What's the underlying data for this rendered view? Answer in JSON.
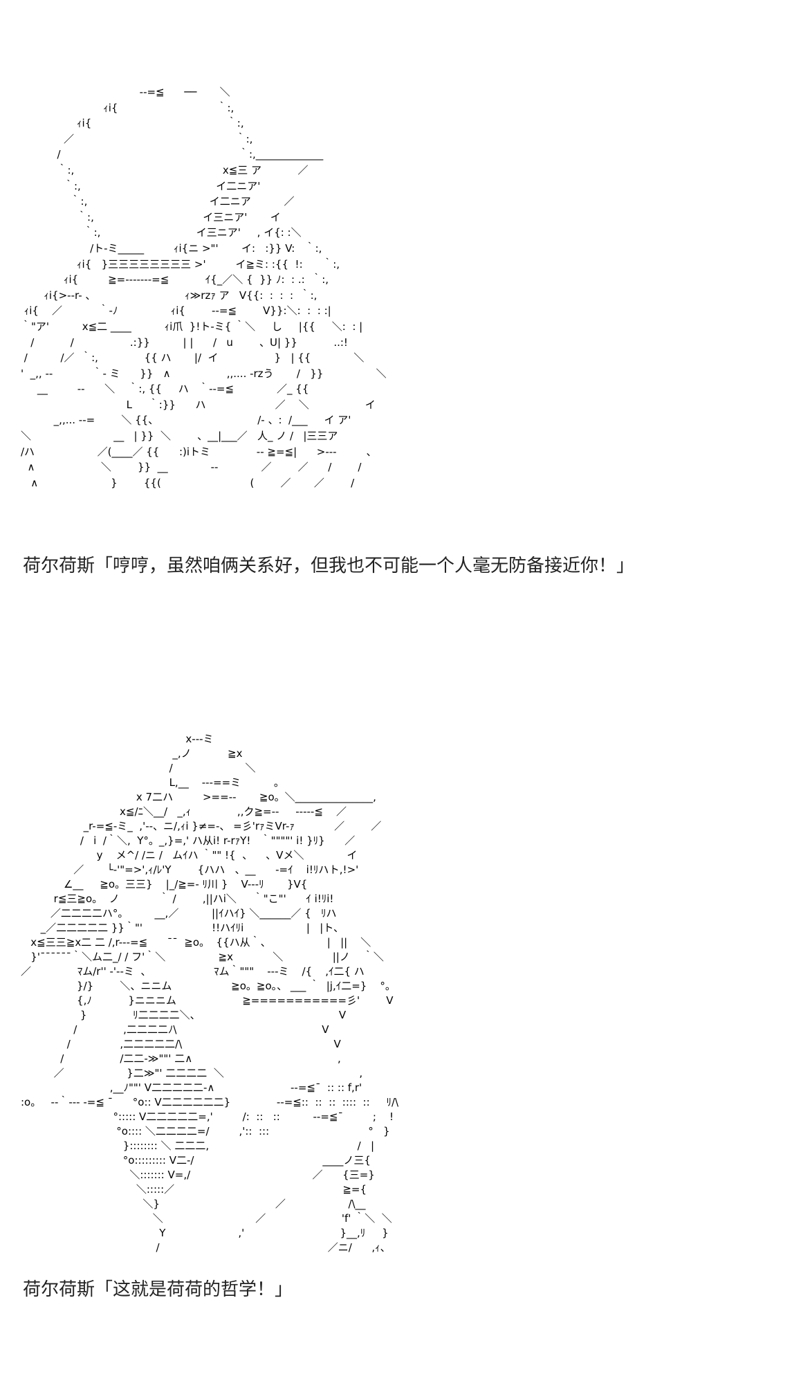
{
  "panels": [
    {
      "art_lines": [
        "                                    --=≦      ──       ＼",
        "                         ｨi{                              ｀:,",
        "                 ｨi{                                         ｀:,",
        "             ／                                                 ｀:,",
        "           /                                                      ｀:,_____________",
        "           ｀:,                                             x≦三 ア           ／",
        "             ｀:,                                         イ二ニア'",
        "               ｀:,                                     イ二ニア          ／",
        "                 ｀:,                                 イ三ニア'       イ",
        "                   ｀:,                             イ三ニア'     , イ{: :＼",
        "                     /ト-ミ_____         ｨi{ニ >\"'       イ:   :}} V:   ｀:,",
        "                 ｨi{   }三三三三三三三三 >'         イ≧ミ: :{{  !:      ｀:,",
        "             ｨi{         ≧=-------=≦           ｲ{_／＼ {  }} ﾉ:  : .:  ｀:,",
        "       ｨi{>--r- 、                           ｨ≫rzｧ ア   V{{:  :  :  :  ｀:,",
        " ｨi{    ／           ｀-ﾉ                ｨi{        --=≦        V}}:＼:  :  : :|",
        "｀\"ア'          x≦二 ____          ｨi爪  }!ト-ミ{ ｀＼     し     |{{     ＼:  : |",
        "   /           /                 .:}}          | |      /   u        、U| }}           ..:!",
        " /          /／  ｀:,              {{ ハ       |/  イ                 }   | {{             ＼",
        "'  _,, --            ｀- ミ      }}   ∧                 ,,.... -rzう       /   }}                ＼",
        "     __         --      ＼    ｀:, {{     ハ   ｀--=≦             ／_ {{",
        "                                L     ｀:}}      ハ                     ／    ＼                 イ",
        "          _,,... --=        ＼ {{、                              /- 、:  /___     イ ア'",
        "＼                         __   | }}  ＼        、__|___／   人_ ノ /   |三三ア",
        "/ハ                   ／(____／ {{      :)iトミ              -- ≧=≦|      >---         、",
        "  ∧                    ＼        }}  __             --             ／        ／      /        /",
        "   ∧                      }        {{(                           (        ／       ／        /"
      ],
      "caption": "荷尔荷斯「哼哼，虽然咱俩关系好，但我也不可能一个人毫无防备接近你！」"
    },
    {
      "art_lines": [
        "                                                  x---ミ",
        "                                              _,ノ           ≧x",
        "                                             /                      ＼",
        "                                             L,__    ---==ミ          。",
        "                                   x 7二ハ         >==--       ≧o。＼_______________,",
        "                              x≦/ﾆ＼__/   _,ｨ              ,,ク≧=--     -----≦    ／",
        "                   _r-=≦-ミ_  ,'--、ニ/,ｨi }≠=-、 =彡'rｧミVr-ｧ            ／        ／",
        "                  /   i  /｀＼,  Y°。_,}=,' ハ从i! r-rｧY!   ｀\"\"\"\"' i! }ﾘ}      ／",
        "                       y    メ^/ /ニ /   ムｲハ ｀\"\" !{  、    、Vメ＼             イ",
        "                ／       └-'\"=>',ｨ/ﾚ'Y        {ハハ   、__      -=ｲ    i!ﾘハト,!>'",
        "             ∠__     ≧o。三三}    |_/≧=- ﾘ川 }    V---ﾘ       }V{",
        "          r≦三≧o。  ノ            ｀ /        ,||ハi＼     ｀\"こ\"'      ｲ i!ﾘi!",
        "         ／二二二二ハ°。        __,／          ||ｲハｲ} ＼______／ {   ﾘハ",
        "      _／二二二二二 }}｀\"'                     !!ハｲﾘi                   |   |ト、",
        "   x≦三三≧x二 二 /,r---=≦      ¯¯  ≧o。  {{ハ从｀、                 |   ||    ＼",
        "   }'¯¯¯¯¯¯｀＼ム二_/ / フ'｀＼                ≧x            ＼               ||ノ    ｀＼",
        "／              ﾏム/r'' -'--ミ  、                   ﾏム｀\"\"\"    ---ミ    /{    ,ｲ二{ ハ",
        "                 }/}        ＼、ニニム                  ≧o。≧o。、 ___ ｀  |j,ｲ二=}    °。",
        "                 {,ﾉ           }ニニニム                    ≧===========彡'        V",
        "                  }              ﾘ二二二二＼、                                          V",
        "                /              ,二二二二ﾉ\\                                            V",
        "              /               ,二二二二二/\\                                              V",
        "            /                 /二二-≫\"\"' 二∧                                            ,",
        "          ／                   }二≫\"' 二二二二  ＼                                         ,",
        "                           ,__ﾉ\"\"' V二二二二二-∧                       --=≦¯  :: :: f,r'",
        ":o。   --｀--- -=≦ ¯      °o:: V二二二二二二}              --=≦::  ::  ::  ::::  ::     ﾘ/\\",
        "                            °::::: V二二二二二=,'         /:  ::   ::          --=≦¯         ;    !",
        "                             °o:::: ＼二二二二=/         ,'::  :::                              °   }",
        "                               }:::::::: ＼ 二二二,                                             /   |",
        "                               °o::::::::: V二-/                                       ____ノ三{",
        "                                 ＼::::::: V=,/                                     ／      {三=}",
        "                                   ＼:::::／                                                   ≧={",
        "                                     ＼}                                   ／                   /\\__",
        "                                        ＼                            ／                       'f' ｀＼  ＼",
        "                                          Y                      ,'                             }__,ﾘ     }",
        "                                         /                                                   ／ニ/      ,ｨ、"
      ],
      "caption": "荷尔荷斯「这就是荷荷的哲学！」"
    }
  ]
}
